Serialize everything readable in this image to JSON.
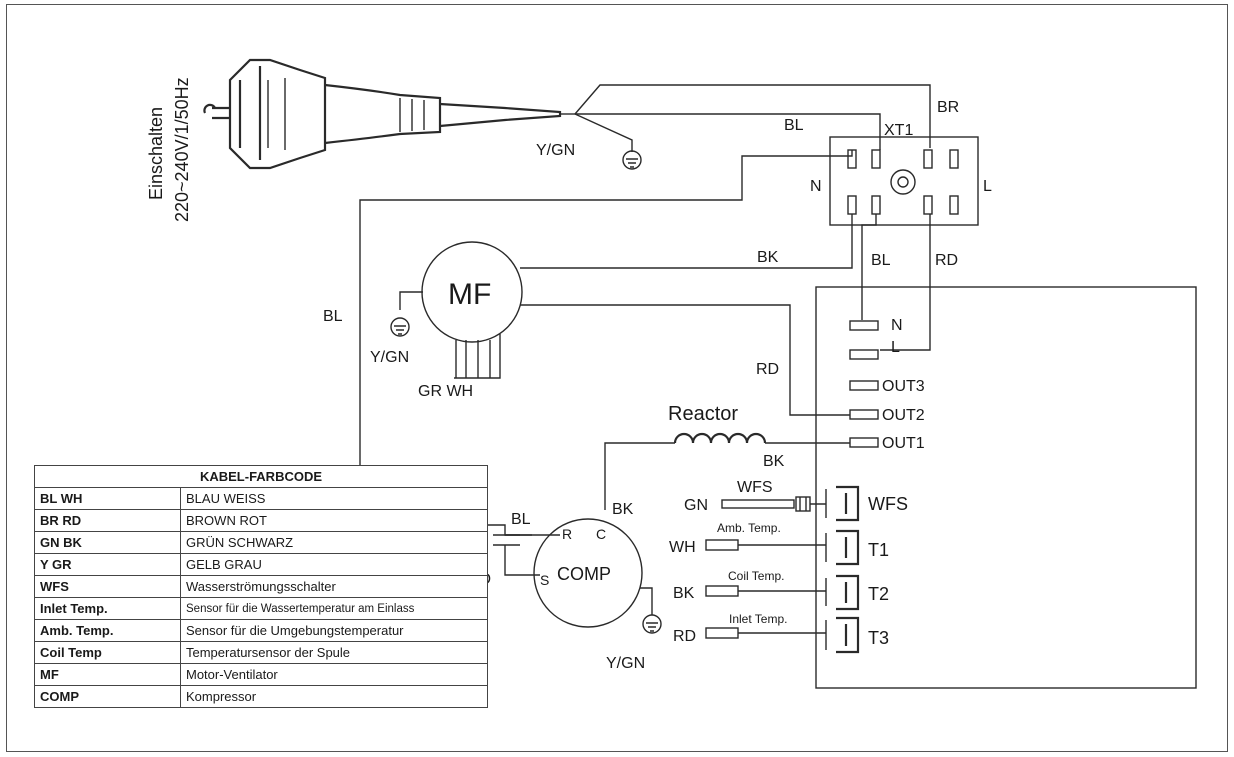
{
  "plug": {
    "label_line1": "Einschalten",
    "label_line2": "220~240V/1/50Hz"
  },
  "wires": {
    "bl_top": "BL",
    "br_top": "BR",
    "ygn_plug": "Y/GN",
    "bl_left": "BL",
    "bk_mf": "BK",
    "bl_n": "BL",
    "rd_l": "RD",
    "rd_mf": "RD",
    "bk_reactor": "BK",
    "bl_comp": "BL",
    "rd_comp": "RD",
    "bk_comp": "BK",
    "ygn_comp": "Y/GN",
    "ygn_mf": "Y/GN",
    "gr_wh": "GR WH"
  },
  "terminal_block": {
    "name": "XT1",
    "n_label": "N",
    "l_label": "L"
  },
  "fan_motor": {
    "label": "MF"
  },
  "reactor": {
    "label": "Reactor"
  },
  "compressor": {
    "label": "COMP",
    "r": "R",
    "c": "C",
    "s": "S"
  },
  "board": {
    "terminals": [
      "N",
      "L",
      "OUT3",
      "OUT2",
      "OUT1"
    ],
    "sensors": [
      {
        "wire": "GN",
        "caption": "WFS",
        "connector": "WFS"
      },
      {
        "wire": "WH",
        "caption": "Amb. Temp.",
        "connector": "T1"
      },
      {
        "wire": "BK",
        "caption": "Coil Temp.",
        "connector": "T2"
      },
      {
        "wire": "RD",
        "caption": "Inlet Temp.",
        "connector": "T3"
      }
    ]
  },
  "legend": {
    "header": "KABEL-FARBCODE",
    "color_rows": [
      {
        "c1": "BL WH",
        "c2": "BLAU WEISS"
      },
      {
        "c1": "BR RD",
        "c2": "BROWN ROT"
      },
      {
        "c1": "GN BK",
        "c2": "GRÜN SCHWARZ"
      },
      {
        "c1": "Y   GR",
        "c2": "GELB GRAU"
      }
    ],
    "rows": [
      {
        "key": "WFS",
        "value": "Wasserströmungsschalter"
      },
      {
        "key": "Inlet Temp.",
        "value": "Sensor für die Wassertemperatur am Einlass"
      },
      {
        "key": "Amb. Temp.",
        "value": "Sensor für die Umgebungstemperatur"
      },
      {
        "key": "Coil Temp",
        "value": "Temperatursensor der Spule"
      },
      {
        "key": "MF",
        "value": "Motor-Ventilator"
      },
      {
        "key": "COMP",
        "value": "Kompressor"
      }
    ]
  }
}
